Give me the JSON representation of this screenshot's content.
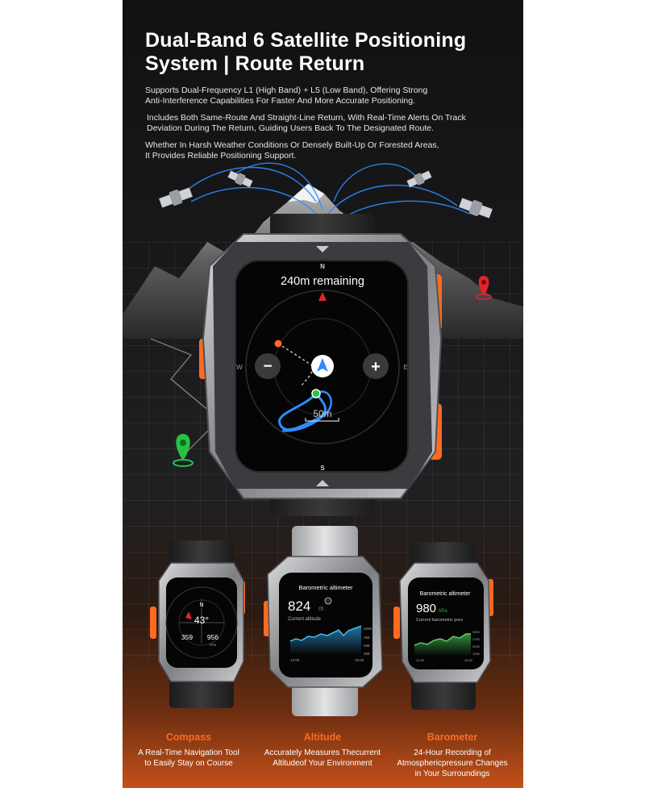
{
  "headline": {
    "line1": "Dual-Band 6 Satellite Positioning",
    "line2": "System | Route Return"
  },
  "paragraphs": {
    "p1_line1": "Supports Dual-Frequency L1 (High Band) + L5 (Low Band), Offering Strong",
    "p1_line2": "Anti-Interference Capabilities For Faster And More Accurate Positioning.",
    "p2_line1": "Includes Both Same-Route And Straight-Line Return, With Real-Time Alerts On Track",
    "p2_line2": "Deviation During The Return, Guiding Users Back To The Designated Route.",
    "p3_line1": "Whether In Harsh Weather Conditions Or Densely Built-Up Or Forested Areas,",
    "p3_line2": "It Provides Reliable Positioning Support."
  },
  "main_watch": {
    "remaining": "240m remaining",
    "north": "N",
    "south": "S",
    "west": "W",
    "east": "E",
    "zoom_out": "−",
    "zoom_in": "+",
    "scale": "50m"
  },
  "compass_watch": {
    "north": "N",
    "heading": "43°",
    "left_value": "359",
    "right_value": "956",
    "right_unit": "hPa"
  },
  "altitude_watch": {
    "title": "Barometric altimeter",
    "value": "824",
    "unit": "m",
    "label": "Current altitude",
    "axis_top": "1000",
    "axis_mid1": "769",
    "axis_mid2": "538",
    "axis_bottom": "308",
    "time_start": "12:00",
    "time_end": "16:00"
  },
  "barometer_watch": {
    "title": "Barometric altimeter",
    "value": "980",
    "unit": "hPa",
    "label": "Current barometric pres",
    "axis_top": "3500",
    "axis_mid1": "2750",
    "axis_mid2": "2000",
    "axis_bottom": "1250",
    "time_start": "12:00",
    "time_end": "16:00"
  },
  "features": [
    {
      "title": "Compass",
      "line1": "A Real-Time Navigation Tool",
      "line2": "to Easily Stay on Course",
      "line3": ""
    },
    {
      "title": "Altitude",
      "line1": "Accurately Measures Thecurrent",
      "line2": "Altitudeof Your Environment",
      "line3": ""
    },
    {
      "title": "Barometer",
      "line1": "24-Hour Recording of",
      "line2": "Atmosphericpressure Changes",
      "line3": "in Your Surroundings"
    }
  ],
  "colors": {
    "accent_orange": "#ff6a1f",
    "route_blue": "#2f8cff",
    "pin_red": "#e0252a",
    "pin_green": "#27c244",
    "graph_cyan": "#2b9ad8",
    "graph_green": "#3fae4a"
  }
}
